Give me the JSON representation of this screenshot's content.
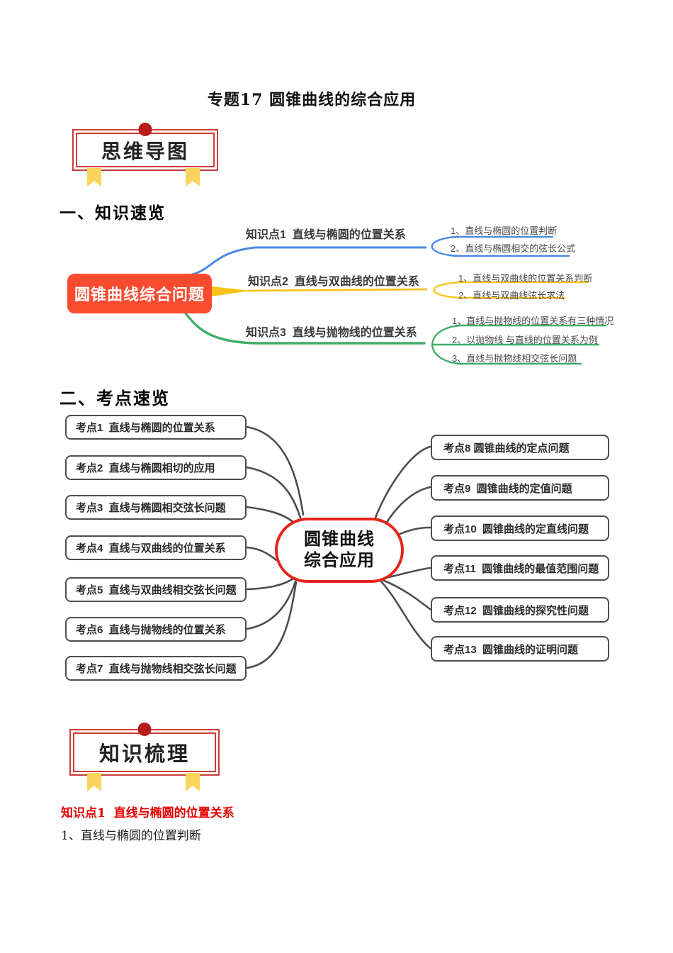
{
  "title": "专题17 圆锥曲线的综合应用",
  "badges": {
    "top": "思维导图",
    "bottom": "知识梳理"
  },
  "sections": {
    "one": "一、知识速览",
    "two": "二、考点速览"
  },
  "map1": {
    "root": "圆锥曲线综合问题",
    "branches": [
      {
        "label": "知识点1  直线与椭圆的位置关系",
        "leaves": [
          "1、直线与椭圆的位置判断",
          "2、直线与椭圆相交的弦长公式"
        ]
      },
      {
        "label": "知识点2  直线与双曲线的位置关系",
        "leaves": [
          "1、直线与双曲线的位置关系判断",
          "2、直线与双曲线弦长求法"
        ]
      },
      {
        "label": "知识点3  直线与抛物线的位置关系",
        "leaves": [
          "1、直线与抛物线的位置关系有三种情况",
          "2、以抛物线 与直线的位置关系为例",
          "3、直线与抛物线相交弦长问题"
        ]
      }
    ]
  },
  "map2": {
    "root_line1": "圆锥曲线",
    "root_line2": "综合应用",
    "left": [
      "考点1  直线与椭圆的位置关系",
      "考点2  直线与椭圆相切的应用",
      "考点3  直线与椭圆相交弦长问题",
      "考点4  直线与双曲线的位置关系",
      "考点5  直线与双曲线相交弦长问题",
      "考点6  直线与抛物线的位置关系",
      "考点7  直线与抛物线相交弦长问题"
    ],
    "right": [
      "考点8 圆锥曲线的定点问题",
      "考点9  圆锥曲线的定值问题",
      "考点10  圆锥曲线的定直线问题",
      "考点11  圆锥曲线的最值范围问题",
      "考点12  圆锥曲线的探究性问题",
      "考点13  圆锥曲线的证明问题"
    ]
  },
  "footer": {
    "heading": "知识点1  直线与椭圆的位置关系",
    "line": "1、直线与椭圆的位置判断"
  },
  "colors": {
    "map1_root_bg": "#f84b30",
    "branch_blue": "#4a89e4",
    "branch_yellow": "#fbc31a",
    "branch_green": "#3fae68",
    "connector_gray": "#4d4d4d",
    "oval_border_red": "#e8231d",
    "badge_border_red": "#cf3b3b",
    "badge_dot_red": "#b91a1a",
    "ribbon_yellow": "#fbd45c",
    "heading_red": "#e60000"
  }
}
